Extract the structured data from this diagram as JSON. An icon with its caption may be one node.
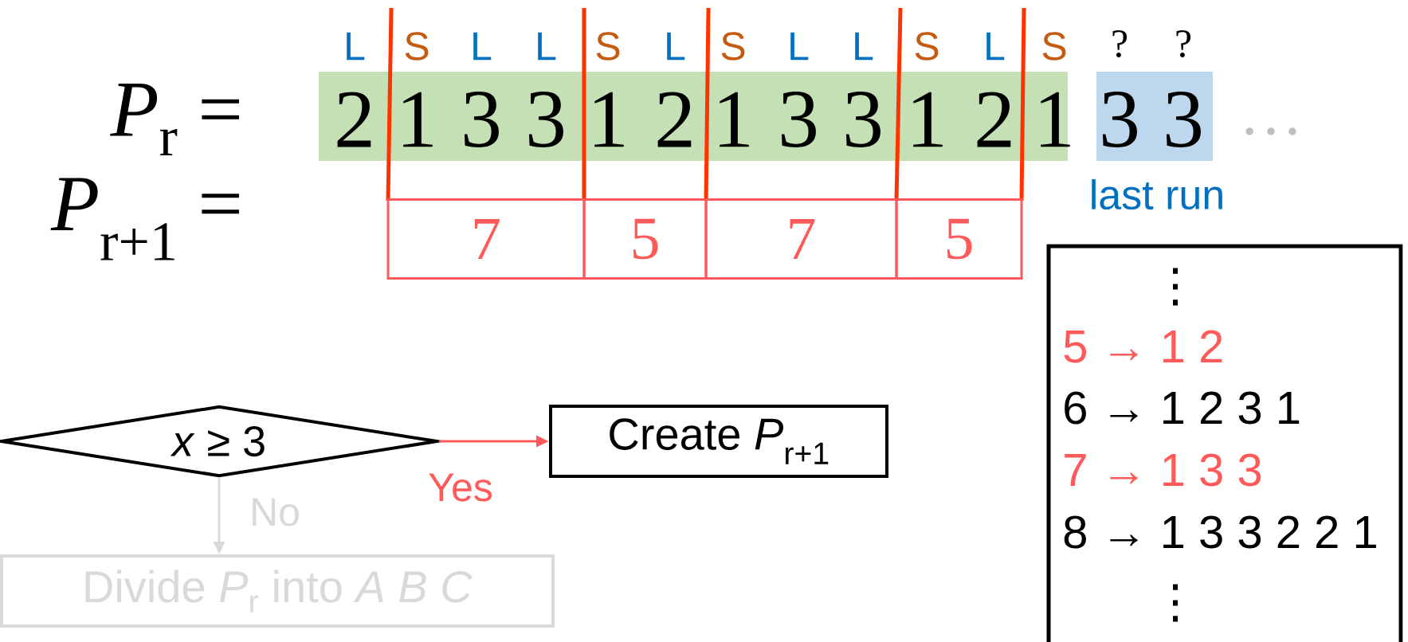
{
  "diagram": {
    "nodes": [
      {
        "text": [
          "2",
          "1",
          "3",
          "3",
          "1",
          "2",
          "1",
          "3",
          "3",
          "1",
          "2",
          "1"
        ]
      },
      {
        "text": [
          "3",
          "3"
        ]
      },
      {
        "text": [
          "7"
        ]
      },
      {
        "text": [
          "5"
        ]
      },
      {
        "text": [
          "7"
        ]
      },
      {
        "text": [
          "5"
        ]
      },
      {
        "text": [
          "⋮",
          "5 → 1 2",
          "6 → 1 2 3 1",
          "7 → 1 3 3",
          "8 → 1 3 3 2 2 1",
          "⋮"
        ]
      },
      {
        "text": [
          "*x* ≥ 3"
        ]
      },
      {
        "text": [
          "Create *P*$_{r+1}$"
        ]
      },
      {
        "text": [
          "Divide *P*$_{r}$ into *A B C*"
        ]
      }
    ],
    "edges": [
      {
        "from": 7,
        "to": 8,
        "arrow": "to",
        "label": "Yes",
        "color": "#ff5a5a"
      },
      {
        "from": 7,
        "to": 9,
        "arrow": "to",
        "label": "No",
        "color": "#d9d9d9"
      }
    ],
    "labels": [
      "L",
      "S",
      "L",
      "L",
      "S",
      "L",
      "S",
      "L",
      "L",
      "S",
      "L",
      "S",
      "?",
      "?",
      "*P*$_{r}$ =",
      "…",
      "last run",
      "*P*$_{r+1}$ ="
    ]
  }
}
